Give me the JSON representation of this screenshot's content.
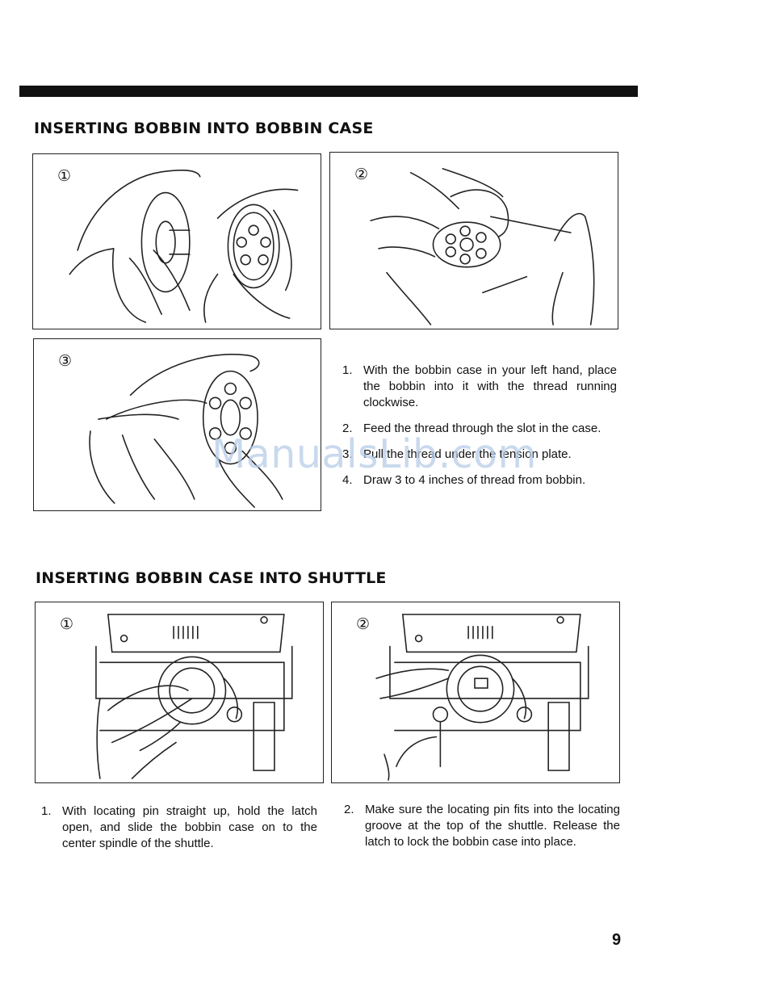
{
  "sections": [
    {
      "title": "INSERTING BOBBIN INTO BOBBIN CASE",
      "panels": [
        "①",
        "②",
        "③"
      ],
      "steps": [
        {
          "num": "1.",
          "text": "With the bobbin case in your left hand, place the bobbin into it with the thread running clockwise."
        },
        {
          "num": "2.",
          "text": "Feed the thread through the slot in the case."
        },
        {
          "num": "3.",
          "text": "Pull the thread under the tension plate."
        },
        {
          "num": "4.",
          "text": "Draw 3 to 4 inches of thread from bobbin."
        }
      ]
    },
    {
      "title": "INSERTING BOBBIN CASE INTO SHUTTLE",
      "panels": [
        "①",
        "②"
      ],
      "steps": [
        {
          "num": "1.",
          "text": "With locating pin straight up, hold the latch open, and slide the bobbin case on to the center spindle of the shuttle."
        },
        {
          "num": "2.",
          "text": "Make sure the locating pin fits into the locating groove at the top of the shuttle. Release the latch to lock the bobbin case into place."
        }
      ]
    }
  ],
  "watermark": "ManualsLib.com",
  "page_number": "9"
}
